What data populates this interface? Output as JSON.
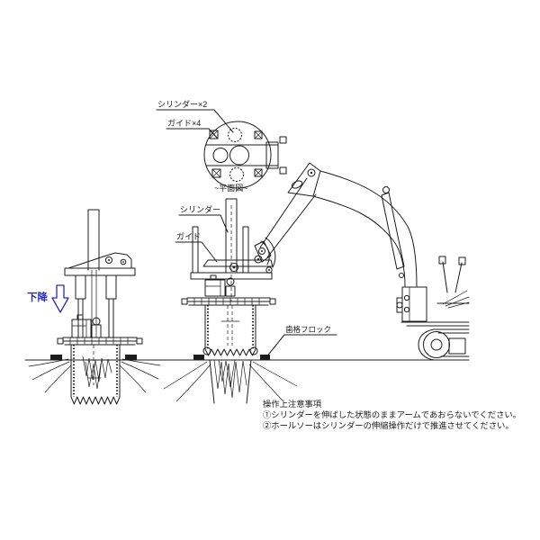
{
  "plan_view": {
    "caption": "~平面図~",
    "label_cylinder_x2": "シリンダー×2",
    "label_guide_x4": "ガイド×4"
  },
  "side_view": {
    "label_cylinder": "シリンダー",
    "label_guide": "ガイド",
    "label_block": "歯格フロック",
    "label_descend": "下降"
  },
  "notes": {
    "title": "操作上注意事項",
    "items": [
      "①シリンダーを伸ばした状態のままアームであおらないでください。",
      "②ホールソーはシリンダーの伸縮操作だけで推進させてください。"
    ]
  },
  "colors": {
    "line": "#1c1c1c",
    "accent_blue": "#2a2fae"
  }
}
